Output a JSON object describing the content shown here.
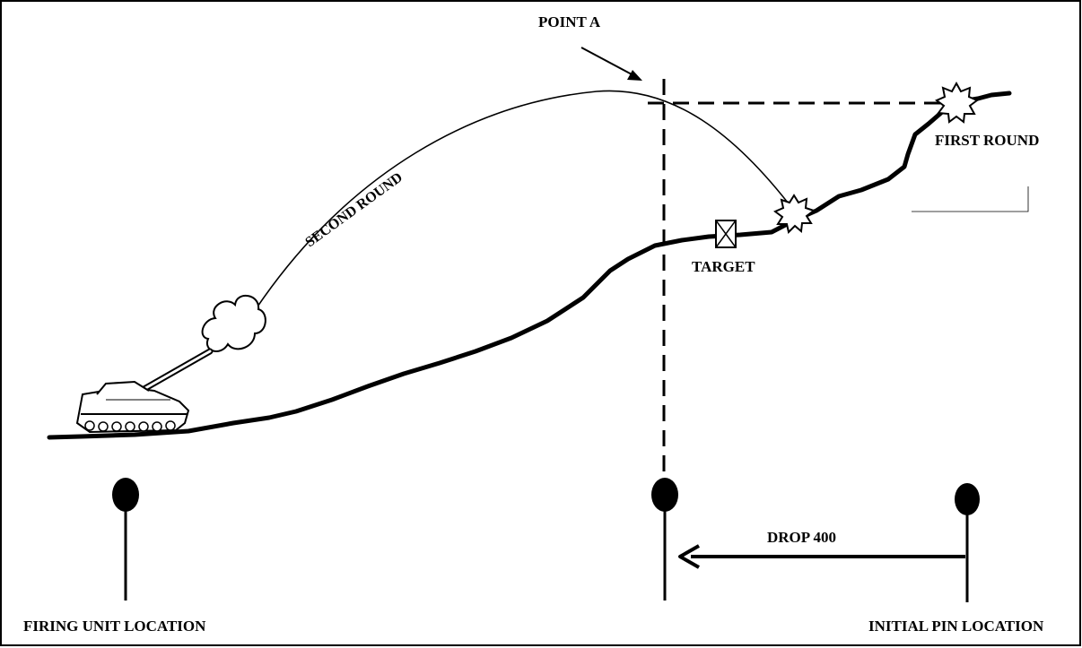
{
  "labels": {
    "point_a": "POINT A",
    "second_round": "SECOND ROUND",
    "first_round": "FIRST ROUND",
    "target": "TARGET",
    "drop": "DROP 400",
    "firing_unit": "FIRING UNIT LOCATION",
    "initial_pin": "INITIAL PIN LOCATION"
  },
  "icons": {
    "tank": "self-propelled-howitzer-icon",
    "muzzle_smoke": "smoke-cloud-icon",
    "burst": "explosion-burst-icon",
    "target": "target-box-icon",
    "pin": "map-pin-icon"
  },
  "colors": {
    "ink": "#000000",
    "background": "#ffffff"
  }
}
